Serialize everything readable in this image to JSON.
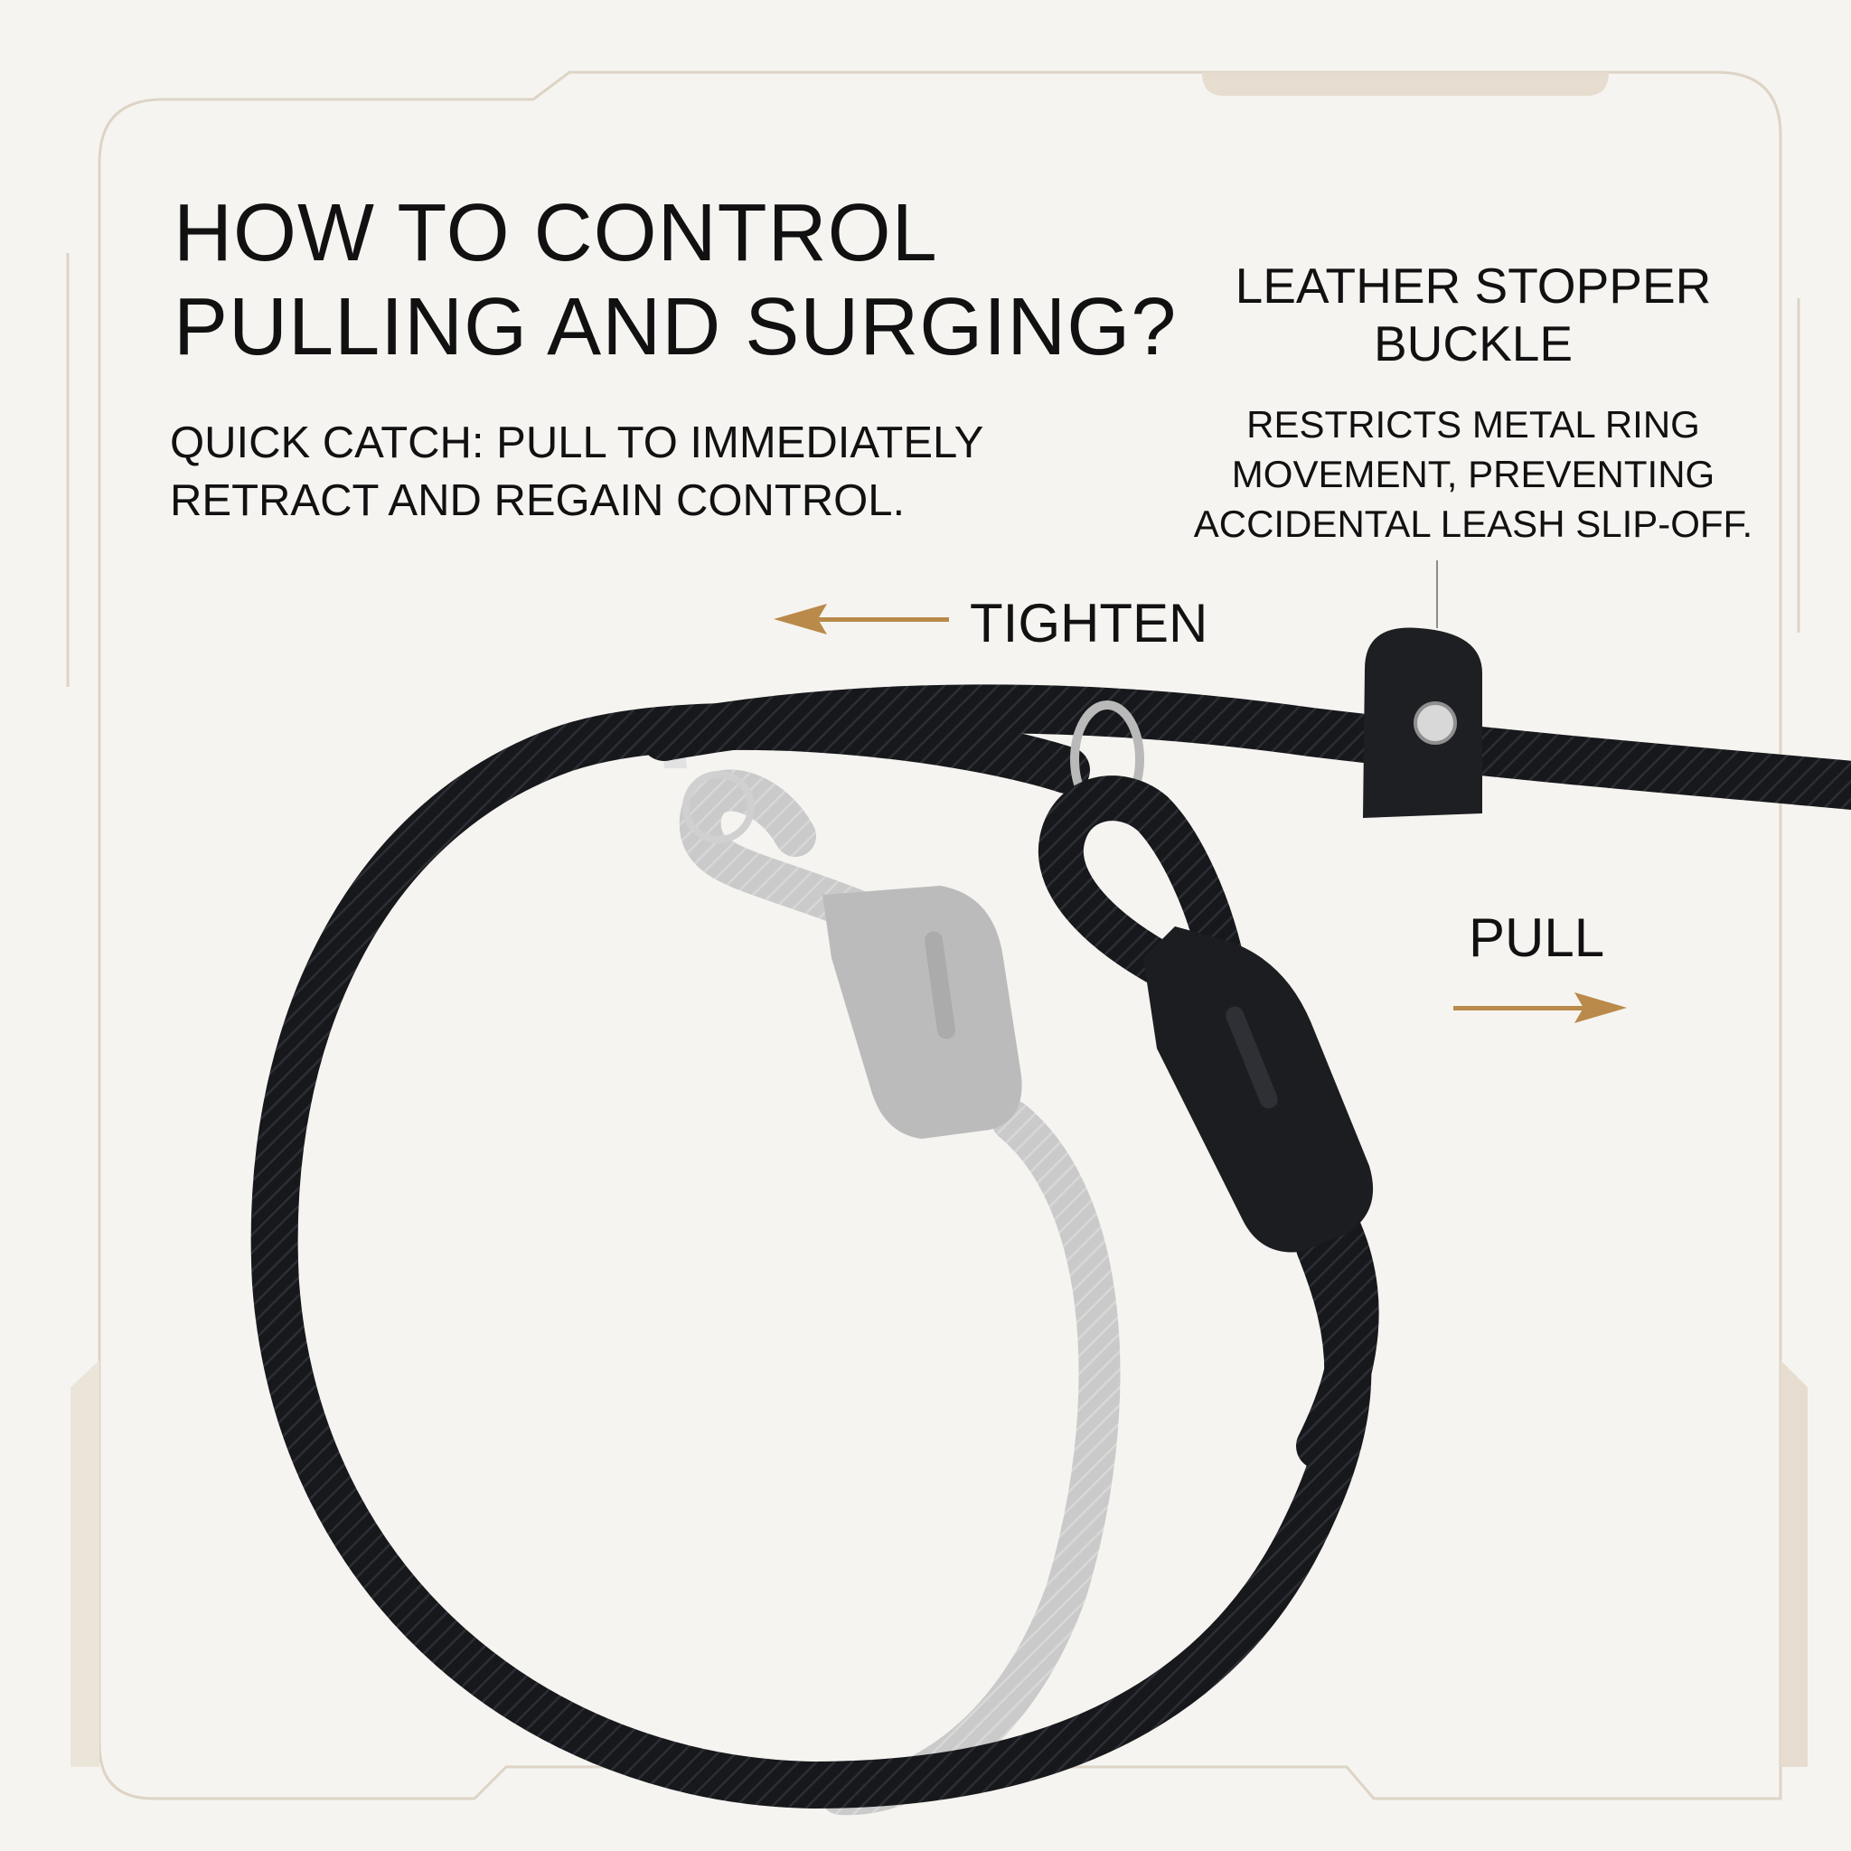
{
  "headline": {
    "lines": [
      "HOW TO CONTROL",
      "PULLING AND SURGING?"
    ]
  },
  "quick_catch": {
    "lines": [
      "QUICK CATCH: PULL TO IMMEDIATELY",
      "RETRACT AND REGAIN CONTROL."
    ]
  },
  "stopper": {
    "title_lines": [
      "LEATHER STOPPER",
      "BUCKLE"
    ],
    "desc_lines": [
      "RESTRICTS METAL RING",
      "MOVEMENT, PREVENTING",
      "ACCIDENTAL LEASH SLIP-OFF."
    ]
  },
  "labels": {
    "tighten": "TIGHTEN",
    "pull": "PULL"
  },
  "colors": {
    "background": "#f6f4f0",
    "frame_line": "#ddd4c6",
    "accent_tab": "#e6ddd0",
    "arrow": "#b98a4a",
    "rope": "#17181c",
    "ghost_rope": "#c9c9c9",
    "text": "#111111"
  }
}
